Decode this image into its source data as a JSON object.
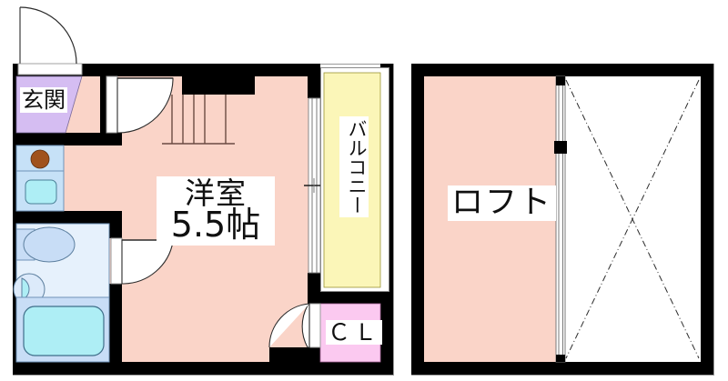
{
  "document": {
    "type": "floor-plan",
    "title": "",
    "panels": [
      {
        "id": "main-floor",
        "name": "main-floor-plan"
      },
      {
        "id": "loft-floor",
        "name": "loft-floor-plan"
      }
    ]
  },
  "colors": {
    "wall": "#000000",
    "floor_pink": "#fad4c8",
    "entrance_purple": "#d5bdf2",
    "balcony_yellow": "#fbf6b8",
    "closet_pink": "#fbc9f0",
    "kitchen_blue": "#c6e1f7",
    "bath_blue": "#c8ddf6",
    "bath_light": "#e6f1fc",
    "tub_cyan": "#aeeef5",
    "stove_brown": "#a0521d",
    "outline_gray": "#808080",
    "void_white": "#ffffff",
    "text": "#101010"
  },
  "rooms": {
    "entrance": {
      "label": "玄関",
      "name": "entrance-genkan"
    },
    "main_room": {
      "label": "洋室",
      "size_label": "5.5帖",
      "name": "western-style-room"
    },
    "balcony": {
      "label": "バルコニー",
      "name": "balcony"
    },
    "closet": {
      "label": "ＣＬ",
      "name": "closet"
    },
    "loft": {
      "label": "ロフト",
      "name": "loft"
    }
  },
  "fixtures": {
    "stove": {
      "name": "stove-burner-icon",
      "count": 1
    },
    "sink_kitchen": {
      "name": "kitchen-sink-icon"
    },
    "toilet": {
      "name": "toilet-icon"
    },
    "sink_bath": {
      "name": "bathroom-sink-icon"
    },
    "bathtub": {
      "name": "bathtub-icon"
    },
    "stairs": {
      "name": "staircase-icon",
      "steps": 5
    }
  },
  "doors": [
    {
      "name": "entrance-door",
      "type": "hinged-swing"
    },
    {
      "name": "genkan-inner-door",
      "type": "hinged-swing"
    },
    {
      "name": "bathroom-door",
      "type": "hinged-swing"
    },
    {
      "name": "closet-door",
      "type": "hinged-swing"
    },
    {
      "name": "balcony-sliding-door",
      "type": "sliding"
    },
    {
      "name": "loft-sliding-partition",
      "type": "sliding"
    }
  ]
}
